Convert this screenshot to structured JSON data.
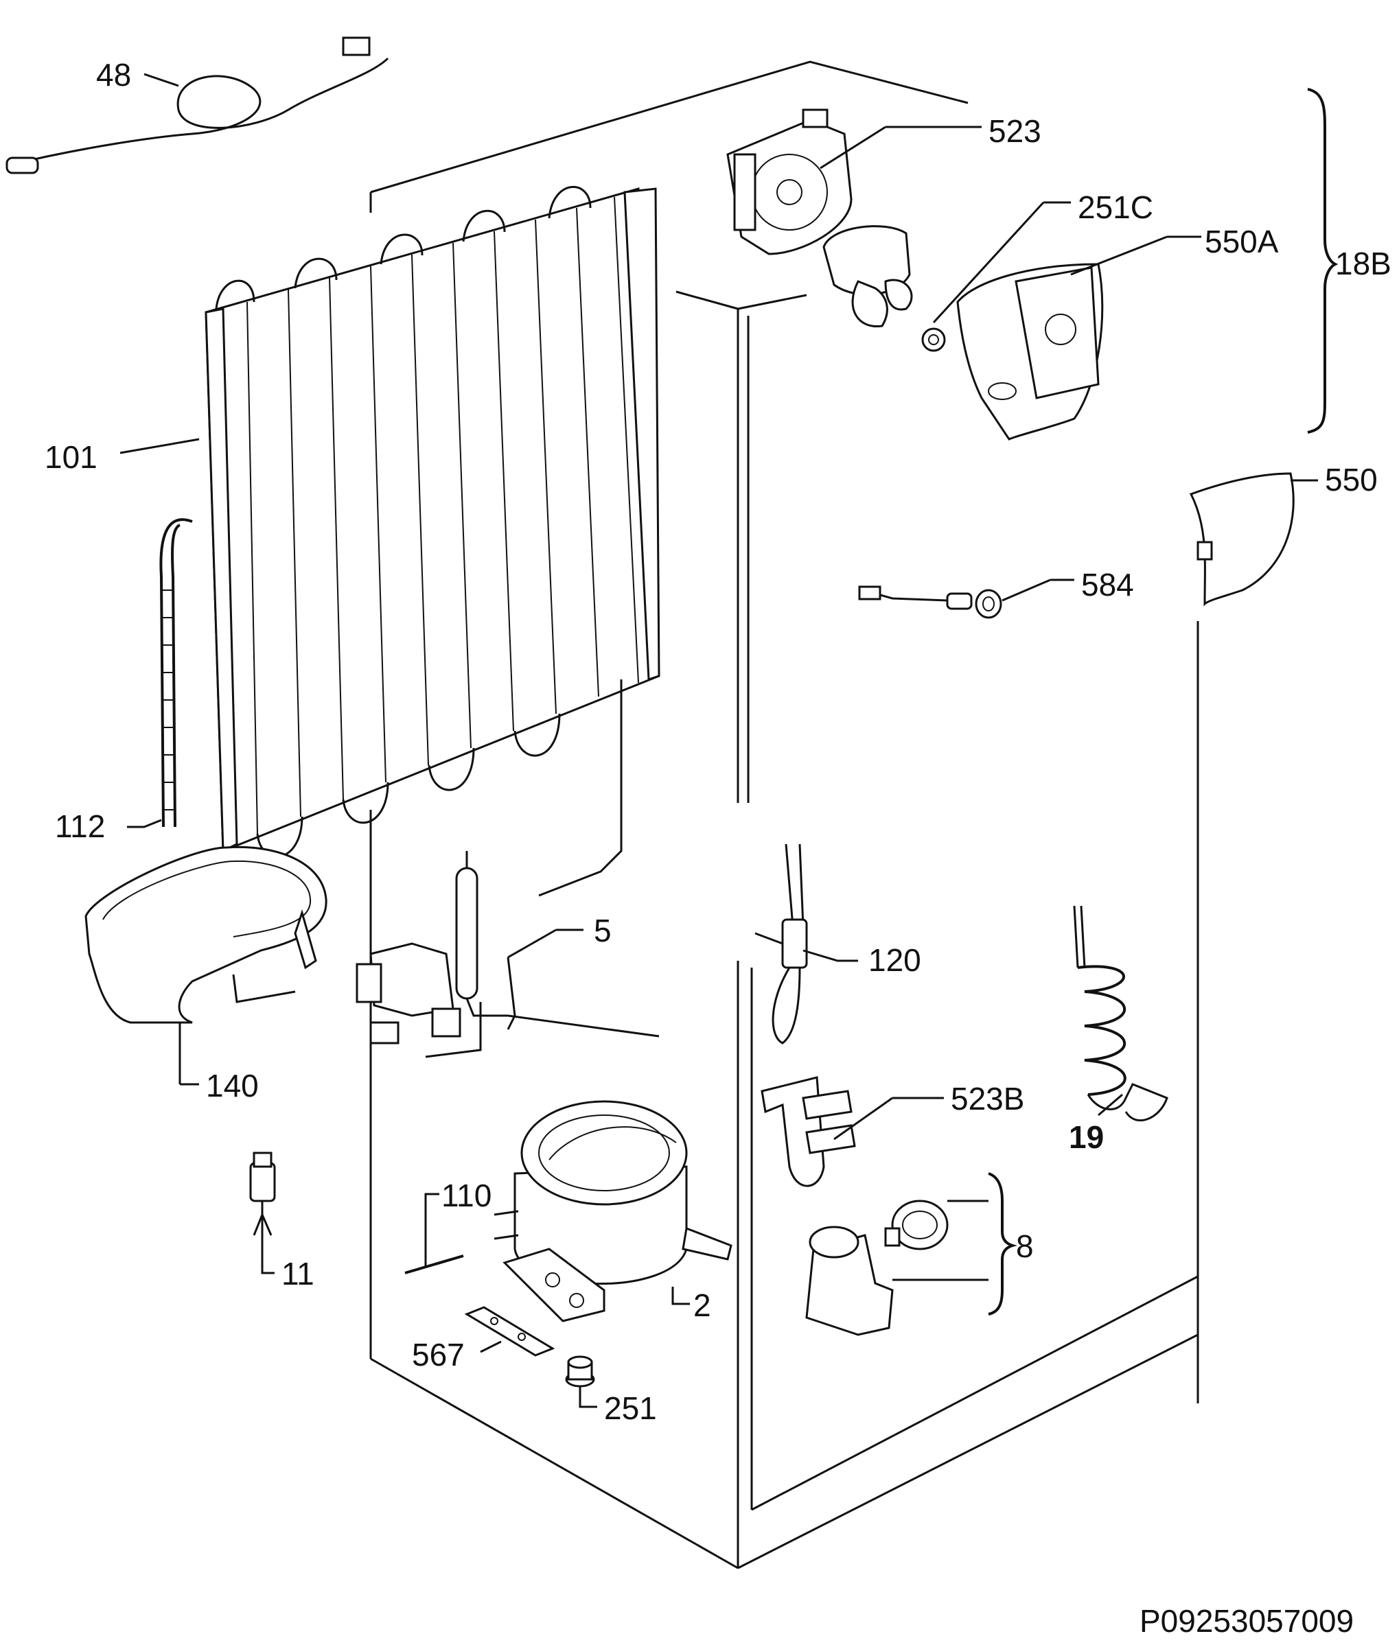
{
  "labels": {
    "l48": "48",
    "l523": "523",
    "l251c": "251C",
    "l550a": "550A",
    "l18b": "18B",
    "l101": "101",
    "l550": "550",
    "l584": "584",
    "l112": "112",
    "l5": "5",
    "l120": "120",
    "l140": "140",
    "l523b": "523B",
    "l19": "19",
    "l110": "110",
    "l11": "11",
    "l8": "8",
    "l2": "2",
    "l567": "567",
    "l251": "251"
  },
  "reference_code": "P09253057009"
}
